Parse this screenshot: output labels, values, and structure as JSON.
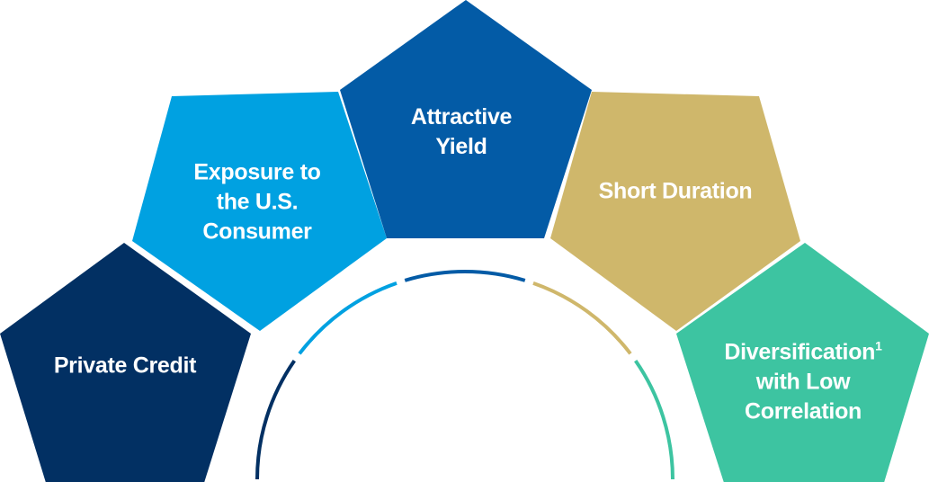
{
  "pillars": [
    {
      "id": "private-credit",
      "lines": [
        "Private Credit"
      ],
      "color": "#023063"
    },
    {
      "id": "consumer",
      "lines": [
        "Exposure to",
        "the U.S.",
        "Consumer"
      ],
      "color": "#00a1e1"
    },
    {
      "id": "yield",
      "lines": [
        "Attractive",
        "Yield"
      ],
      "color": "#035ba6"
    },
    {
      "id": "duration",
      "lines": [
        "Short Duration"
      ],
      "color": "#cfb76b"
    },
    {
      "id": "diversification",
      "lines": [
        "Diversification",
        "with Low",
        "Correlation"
      ],
      "footnote": "1",
      "color": "#3dc4a1"
    }
  ]
}
